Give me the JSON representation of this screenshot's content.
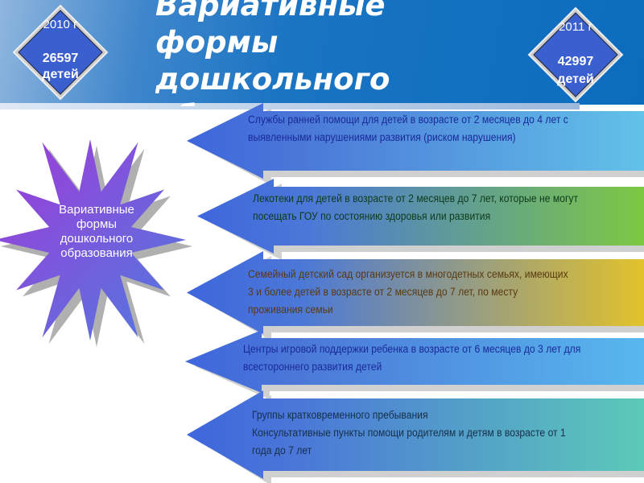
{
  "title": "Вариативные формы дошкольного образования",
  "left_badge": {
    "year": "2010 г",
    "count": "26597",
    "unit": "детей"
  },
  "right_badge": {
    "year": "2011 г",
    "count": "42997",
    "unit": "детей"
  },
  "center_label": "Вариативные формы дошкольного образования",
  "arrows": [
    {
      "lines": [
        "Службы ранней помощи для детей в возрасте от 2 месяцев до 4 лет с",
        "выявленными нарушениями развития (риском нарушения)"
      ],
      "color_end": "#62c2e8",
      "text_color": "#1a2a9a"
    },
    {
      "lines": [
        "Лекотеки для детей в возрасте от 2 месяцев до 7 лет, которые не могут",
        "посещать ГОУ по состоянию здоровья или развития"
      ],
      "color_end": "#7cc943",
      "text_color": "#0e3a1a"
    },
    {
      "lines": [
        "Семейный детский сад организуется в многодетных семьях, имеющих",
        "3 и более детей в возрасте от 2 месяцев до 7 лет, по месту",
        "проживания  семьи"
      ],
      "color_end": "#e2c22c",
      "text_color": "#5a3a12"
    },
    {
      "lines": [
        "Центры игровой поддержки ребенка в возрасте от 6 месяцев до 3 лет для",
        "всестороннего развития детей"
      ],
      "color_end": "#58b8ee",
      "text_color": "#1a2a9a"
    },
    {
      "lines": [
        "Группы кратковременного пребывания",
        "Консультативные пункты помощи родителям и детям в возрасте от 1",
        "года до 7 лет"
      ],
      "color_end": "#5ccab8",
      "text_color": "#15304a"
    }
  ]
}
